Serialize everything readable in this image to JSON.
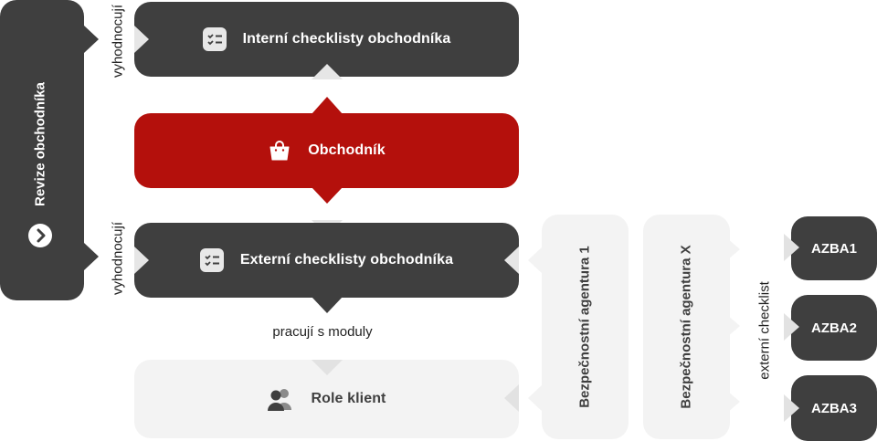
{
  "revize": {
    "label": "Revize obchodníka"
  },
  "interni": {
    "label": "Interní checklisty obchodníka"
  },
  "obchodnik": {
    "label": "Obchodník"
  },
  "externi": {
    "label": "Externí checklisty obchodníka"
  },
  "role": {
    "label": "Role klient"
  },
  "agentura1": {
    "label": "Bezpečnostní agentura 1"
  },
  "agenturaX": {
    "label": "Bezpečnostní agentura X"
  },
  "azba": [
    "AZBA1",
    "AZBA2",
    "AZBA3"
  ],
  "edges": {
    "vyhodnocuji_top": "vyhodnocují",
    "vyhodnocuji_bottom": "vyhodnocují",
    "pracuji": "pracují s moduly",
    "externi_checklist": "externí checklist"
  },
  "colors": {
    "dark": "#3f3f3f",
    "red": "#b4100c",
    "light": "#f3f3f3"
  },
  "icons": {
    "checklist": "checklist-icon",
    "bag": "shopping-bag-icon",
    "users": "users-icon",
    "chevron": "chevron-right-circle-icon"
  }
}
